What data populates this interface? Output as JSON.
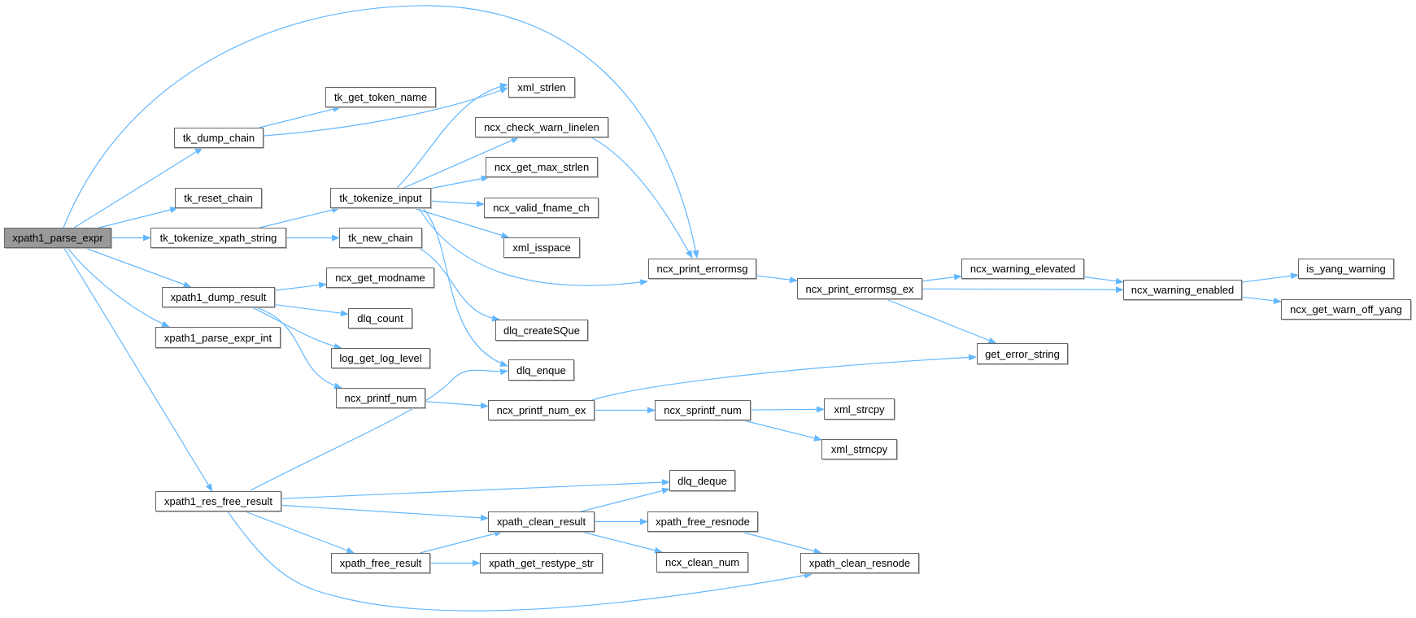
{
  "graph": {
    "root": "xpath1_parse_expr",
    "nodes": [
      "xpath1_parse_expr",
      "tk_dump_chain",
      "tk_get_token_name",
      "xml_strlen",
      "ncx_check_warn_linelen",
      "ncx_get_max_strlen",
      "tk_reset_chain",
      "tk_tokenize_input",
      "ncx_valid_fname_ch",
      "xml_isspace",
      "tk_tokenize_xpath_string",
      "tk_new_chain",
      "ncx_print_errormsg",
      "ncx_get_modname",
      "xpath1_dump_result",
      "ncx_print_errormsg_ex",
      "ncx_warning_elevated",
      "ncx_warning_enabled",
      "is_yang_warning",
      "ncx_get_warn_off_yang",
      "dlq_count",
      "dlq_createSQue",
      "xpath1_parse_expr_int",
      "log_get_log_level",
      "dlq_enque",
      "ncx_printf_num",
      "ncx_printf_num_ex",
      "ncx_sprintf_num",
      "xml_strcpy",
      "xml_strncpy",
      "get_error_string",
      "dlq_deque",
      "xpath1_res_free_result",
      "xpath_clean_result",
      "xpath_free_resnode",
      "xpath_free_result",
      "xpath_get_restype_str",
      "ncx_clean_num",
      "xpath_clean_resnode"
    ],
    "edges": [
      [
        "xpath1_parse_expr",
        "ncx_print_errormsg"
      ],
      [
        "xpath1_parse_expr",
        "tk_dump_chain"
      ],
      [
        "xpath1_parse_expr",
        "tk_reset_chain"
      ],
      [
        "xpath1_parse_expr",
        "tk_tokenize_xpath_string"
      ],
      [
        "xpath1_parse_expr",
        "xpath1_dump_result"
      ],
      [
        "xpath1_parse_expr",
        "xpath1_parse_expr_int"
      ],
      [
        "xpath1_parse_expr",
        "xpath1_res_free_result"
      ],
      [
        "tk_dump_chain",
        "tk_get_token_name"
      ],
      [
        "tk_dump_chain",
        "xml_strlen"
      ],
      [
        "tk_tokenize_xpath_string",
        "tk_tokenize_input"
      ],
      [
        "tk_tokenize_xpath_string",
        "tk_new_chain"
      ],
      [
        "tk_tokenize_input",
        "xml_strlen"
      ],
      [
        "tk_tokenize_input",
        "ncx_check_warn_linelen"
      ],
      [
        "tk_tokenize_input",
        "ncx_get_max_strlen"
      ],
      [
        "tk_tokenize_input",
        "ncx_valid_fname_ch"
      ],
      [
        "tk_tokenize_input",
        "xml_isspace"
      ],
      [
        "tk_tokenize_input",
        "ncx_print_errormsg"
      ],
      [
        "tk_tokenize_input",
        "dlq_enque"
      ],
      [
        "ncx_check_warn_linelen",
        "ncx_print_errormsg"
      ],
      [
        "tk_new_chain",
        "dlq_createSQue"
      ],
      [
        "ncx_print_errormsg",
        "ncx_print_errormsg_ex"
      ],
      [
        "ncx_print_errormsg_ex",
        "ncx_warning_elevated"
      ],
      [
        "ncx_print_errormsg_ex",
        "ncx_warning_enabled"
      ],
      [
        "ncx_print_errormsg_ex",
        "get_error_string"
      ],
      [
        "ncx_warning_elevated",
        "ncx_warning_enabled"
      ],
      [
        "ncx_warning_enabled",
        "is_yang_warning"
      ],
      [
        "ncx_warning_enabled",
        "ncx_get_warn_off_yang"
      ],
      [
        "xpath1_dump_result",
        "ncx_get_modname"
      ],
      [
        "xpath1_dump_result",
        "dlq_count"
      ],
      [
        "xpath1_dump_result",
        "log_get_log_level"
      ],
      [
        "xpath1_dump_result",
        "ncx_printf_num"
      ],
      [
        "ncx_printf_num",
        "ncx_printf_num_ex"
      ],
      [
        "ncx_printf_num_ex",
        "get_error_string"
      ],
      [
        "ncx_printf_num_ex",
        "ncx_sprintf_num"
      ],
      [
        "ncx_sprintf_num",
        "xml_strcpy"
      ],
      [
        "ncx_sprintf_num",
        "xml_strncpy"
      ],
      [
        "xpath1_res_free_result",
        "dlq_enque"
      ],
      [
        "xpath1_res_free_result",
        "dlq_deque"
      ],
      [
        "xpath1_res_free_result",
        "xpath_clean_result"
      ],
      [
        "xpath1_res_free_result",
        "xpath_free_result"
      ],
      [
        "xpath1_res_free_result",
        "xpath_clean_resnode"
      ],
      [
        "xpath_clean_result",
        "dlq_deque"
      ],
      [
        "xpath_clean_result",
        "xpath_free_resnode"
      ],
      [
        "xpath_clean_result",
        "ncx_clean_num"
      ],
      [
        "xpath_free_result",
        "xpath_clean_result"
      ],
      [
        "xpath_free_result",
        "xpath_get_restype_str"
      ],
      [
        "xpath_free_resnode",
        "xpath_clean_resnode"
      ]
    ],
    "colors": {
      "edge": "#63b8ff",
      "node_border": "#666666",
      "root_fill": "#999999"
    }
  }
}
